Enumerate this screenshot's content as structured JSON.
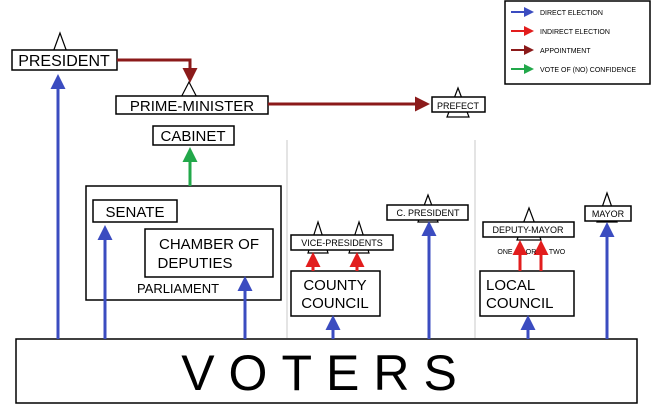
{
  "legend": {
    "direct": {
      "label": "DIRECT ELECTION",
      "color": "#3b4cc0"
    },
    "indirect": {
      "label": "INDIRECT ELECTION",
      "color": "#e21d1d"
    },
    "appointment": {
      "label": "APPOINTMENT",
      "color": "#8b1a1a"
    },
    "confidence": {
      "label": "VOTE OF (NO) CONFIDENCE",
      "color": "#22a84a"
    }
  },
  "nodes": {
    "president": "PRESIDENT",
    "prime_minister": "PRIME-MINISTER",
    "cabinet": "CABINET",
    "prefect": "PREFECT",
    "senate": "SENATE",
    "chamber_line1": "CHAMBER OF",
    "chamber_line2": "DEPUTIES",
    "parliament": "PARLIAMENT",
    "vice_presidents": "VICE-PRESIDENTS",
    "county_council_line1": "COUNTY",
    "county_council_line2": "COUNCIL",
    "county_president": "C. PRESIDENT",
    "deputy_mayor": "DEPUTY-MAYOR",
    "one": "ONE",
    "or": "OR",
    "two": "TWO",
    "local_council_line1": "LOCAL",
    "local_council_line2": "COUNCIL",
    "mayor": "MAYOR",
    "voters": "VOTERS"
  }
}
